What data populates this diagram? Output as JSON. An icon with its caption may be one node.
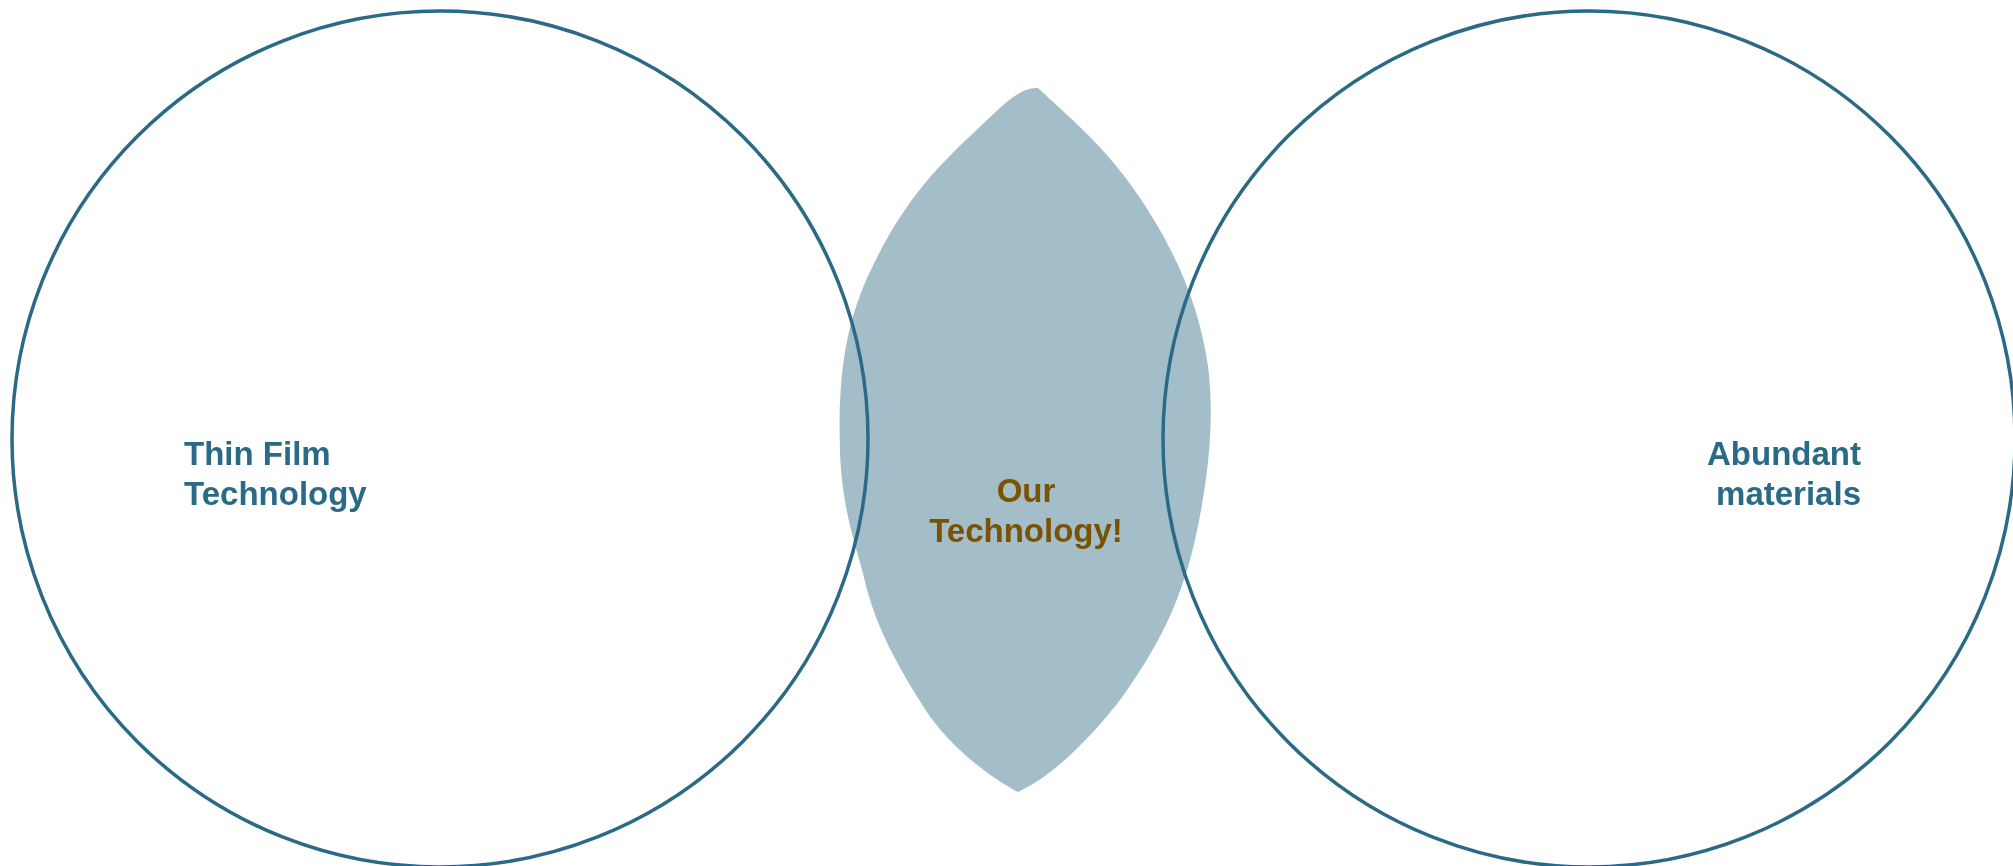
{
  "diagram": {
    "nodes": [
      {
        "text": [
          "Thin Film Technology"
        ]
      },
      {
        "text": [
          "Our Technology!"
        ]
      },
      {
        "text": [
          "Abundant materials"
        ]
      }
    ],
    "edges": []
  }
}
